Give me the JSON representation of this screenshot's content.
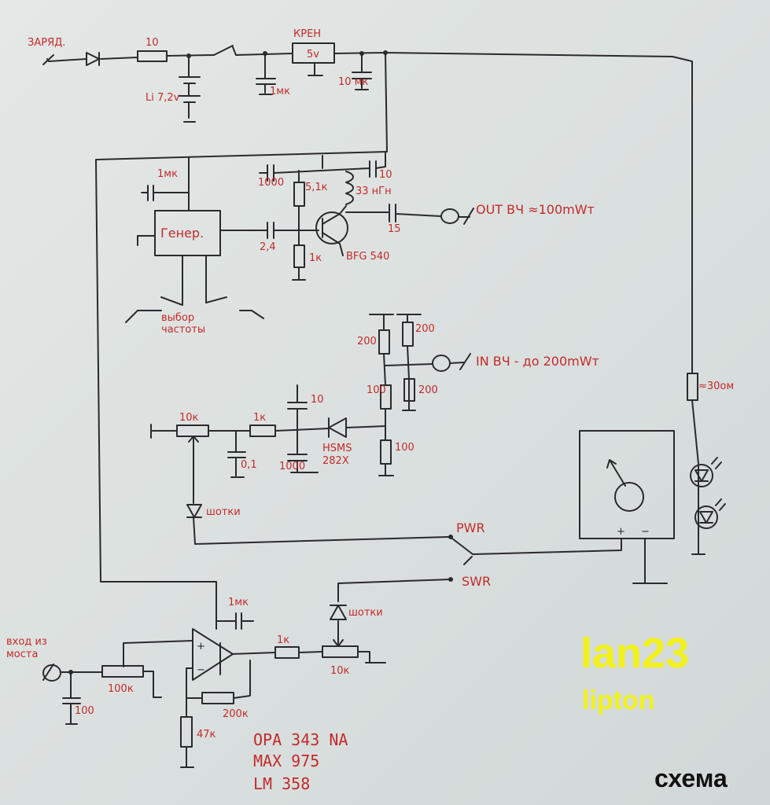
{
  "labels": {
    "charge": "ЗАРЯД.",
    "r_charge": "10",
    "battery": "Li 7,2v",
    "regulator": "КРЕН",
    "regulator_value": "5v",
    "c_in": "1мк",
    "c_out": "10 мк",
    "c_gen": "1мк",
    "c_1000_top": "1000",
    "r_51k": "5,1к",
    "c_10_top": "10",
    "inductor": "33 нГн",
    "generator": "Генер.",
    "c_24": "2,4",
    "r_1k_base": "1к",
    "transistor": "BFG 540",
    "c_15": "15",
    "out_hf": "OUT ВЧ ≈100mWт",
    "freq_select_1": "выбор",
    "freq_select_2": "частоты",
    "r_200_a": "200",
    "r_200_b": "200",
    "in_hf": "IN ВЧ - до 200mWт",
    "r_100_a": "100",
    "r_200_c": "200",
    "c_10_mid": "10",
    "pot_10k": "10к",
    "r_1k_mid": "1к",
    "diode_hsms_1": "HSMS",
    "diode_hsms_2": "282X",
    "c_01": "0,1",
    "c_1000_mid": "1000",
    "r_100_b": "100",
    "schottky_1": "шотки",
    "pwr": "PWR",
    "swr": "SWR",
    "r_30": "≈30ом",
    "meter_plus": "+",
    "meter_minus": "−",
    "c_opamp": "1мк",
    "schottky_2": "шотки",
    "bridge_input_1": "вход из",
    "bridge_input_2": "моста",
    "r_1k_out": "1к",
    "pot_10k_out": "10к",
    "pot_100k": "100к",
    "c_100": "100",
    "r_200k": "200к",
    "r_47k": "47к",
    "opamp_plus": "+",
    "opamp_minus": "−",
    "opamp_1": "OPA 343 NA",
    "opamp_2": "MAX 975",
    "opamp_3": "LM 358"
  },
  "watermark": {
    "author": "lan23",
    "sub": "lipton",
    "title": "схема"
  }
}
